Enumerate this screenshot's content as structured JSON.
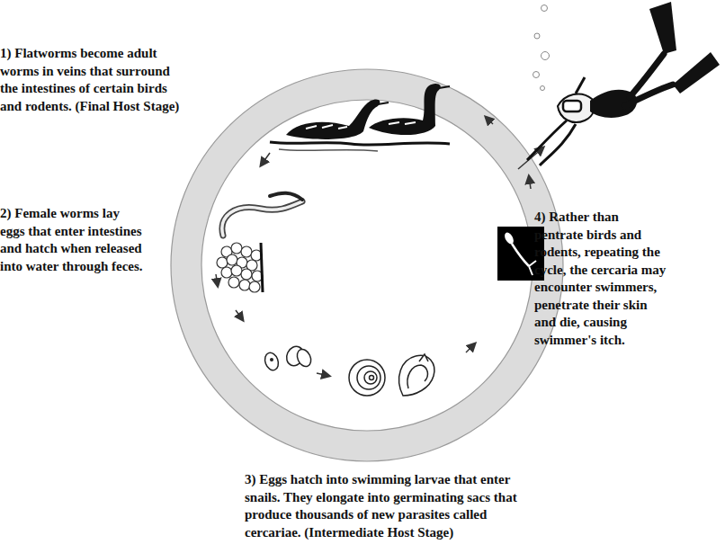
{
  "diagram": {
    "labels": [
      "1) Flatworms become adult worms in veins that surround the intestines of certain birds and rodents. (Final Host Stage)",
      "2) Female worms lay eggs that enter intestines and hatch when released into water through feces.",
      "3) Eggs hatch into swimming larvae that enter snails. They elongate into germinating sacs that produce thousands of new parasites called cercariae. (Intermediate Host Stage)",
      "4) Rather than pentrate birds and rodents, repeating the cycle, the cercaria may encounter swimmers, penetrate their skin and die, causing swimmer's itch."
    ]
  }
}
